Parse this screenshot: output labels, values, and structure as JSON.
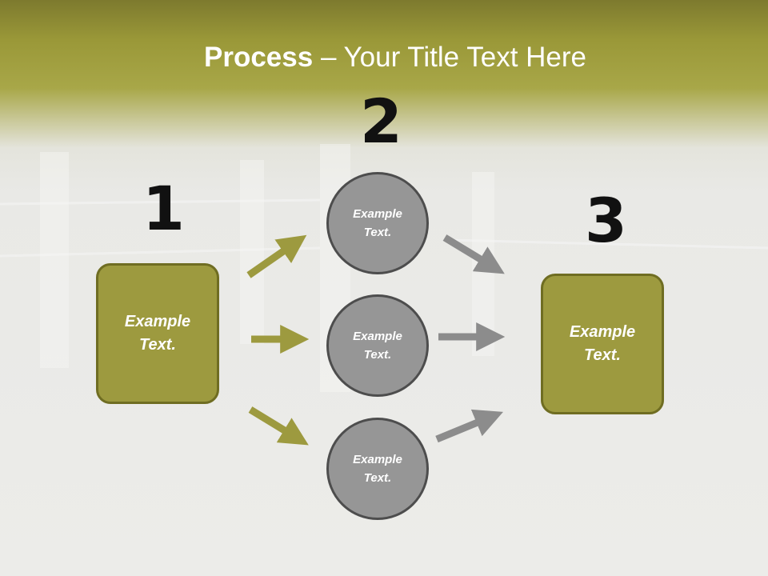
{
  "title": {
    "bold": "Process",
    "rest": " – Your Title Text Here"
  },
  "steps": {
    "one": {
      "number": "1",
      "label": "Example\nText."
    },
    "two": {
      "number": "2",
      "circles": [
        {
          "label": "Example\nText."
        },
        {
          "label": "Example\nText."
        },
        {
          "label": "Example\nText."
        }
      ]
    },
    "three": {
      "number": "3",
      "label": "Example\nText."
    }
  },
  "colors": {
    "olive_fill": "#9d9a3f",
    "olive_border": "#6f6d22",
    "gray_fill": "#969696",
    "gray_border": "#4d4d4d",
    "gray_arrow": "#8c8c8c",
    "title_band": "#9a9838"
  }
}
